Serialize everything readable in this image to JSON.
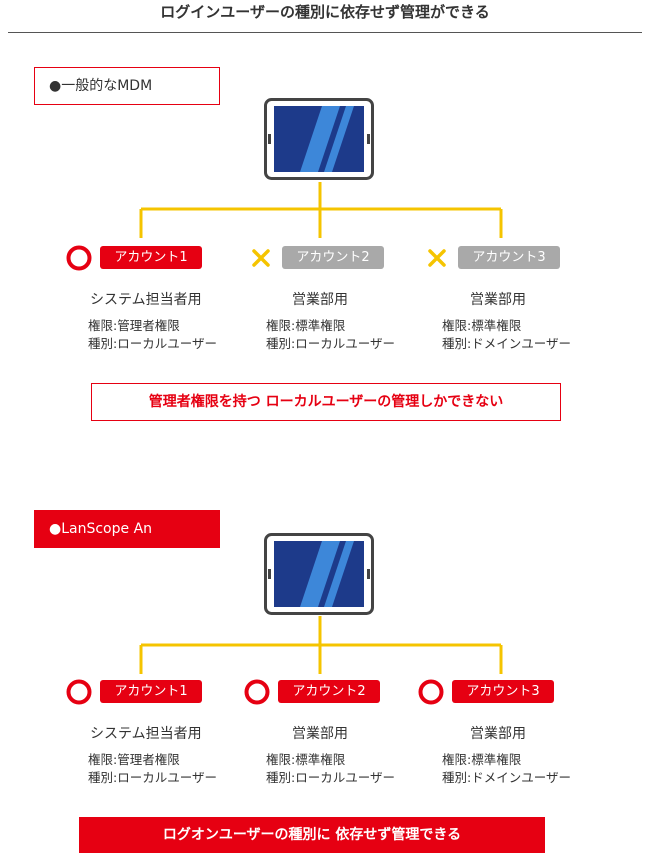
{
  "title": "ログインユーザーの種別に依存せず管理ができる",
  "colors": {
    "accent": "#e60012",
    "connector": "#f5c400",
    "disabled": "#a9a9a9",
    "screen": "#1d3a8a"
  },
  "sections": [
    {
      "label": "●一般的なMDM",
      "style": "outline",
      "accounts": [
        {
          "mark": "circle",
          "badge": "アカウント1",
          "active": true,
          "name": "システム担当者用",
          "permission": "権限:管理者権限",
          "type": "種別:ローカルユーザー"
        },
        {
          "mark": "cross",
          "badge": "アカウント2",
          "active": false,
          "name": "営業部用",
          "permission": "権限:標準権限",
          "type": "種別:ローカルユーザー"
        },
        {
          "mark": "cross",
          "badge": "アカウント3",
          "active": false,
          "name": "営業部用",
          "permission": "権限:標準権限",
          "type": "種別:ドメインユーザー"
        }
      ],
      "note": "管理者権限を持つ ローカルユーザーの管理しかできない"
    },
    {
      "label": "●LanScope An",
      "style": "filled",
      "accounts": [
        {
          "mark": "circle",
          "badge": "アカウント1",
          "active": true,
          "name": "システム担当者用",
          "permission": "権限:管理者権限",
          "type": "種別:ローカルユーザー"
        },
        {
          "mark": "circle",
          "badge": "アカウント2",
          "active": true,
          "name": "営業部用",
          "permission": "権限:標準権限",
          "type": "種別:ローカルユーザー"
        },
        {
          "mark": "circle",
          "badge": "アカウント3",
          "active": true,
          "name": "営業部用",
          "permission": "権限:標準権限",
          "type": "種別:ドメインユーザー"
        }
      ],
      "note": "ログオンユーザーの種別に 依存せず管理できる"
    }
  ]
}
